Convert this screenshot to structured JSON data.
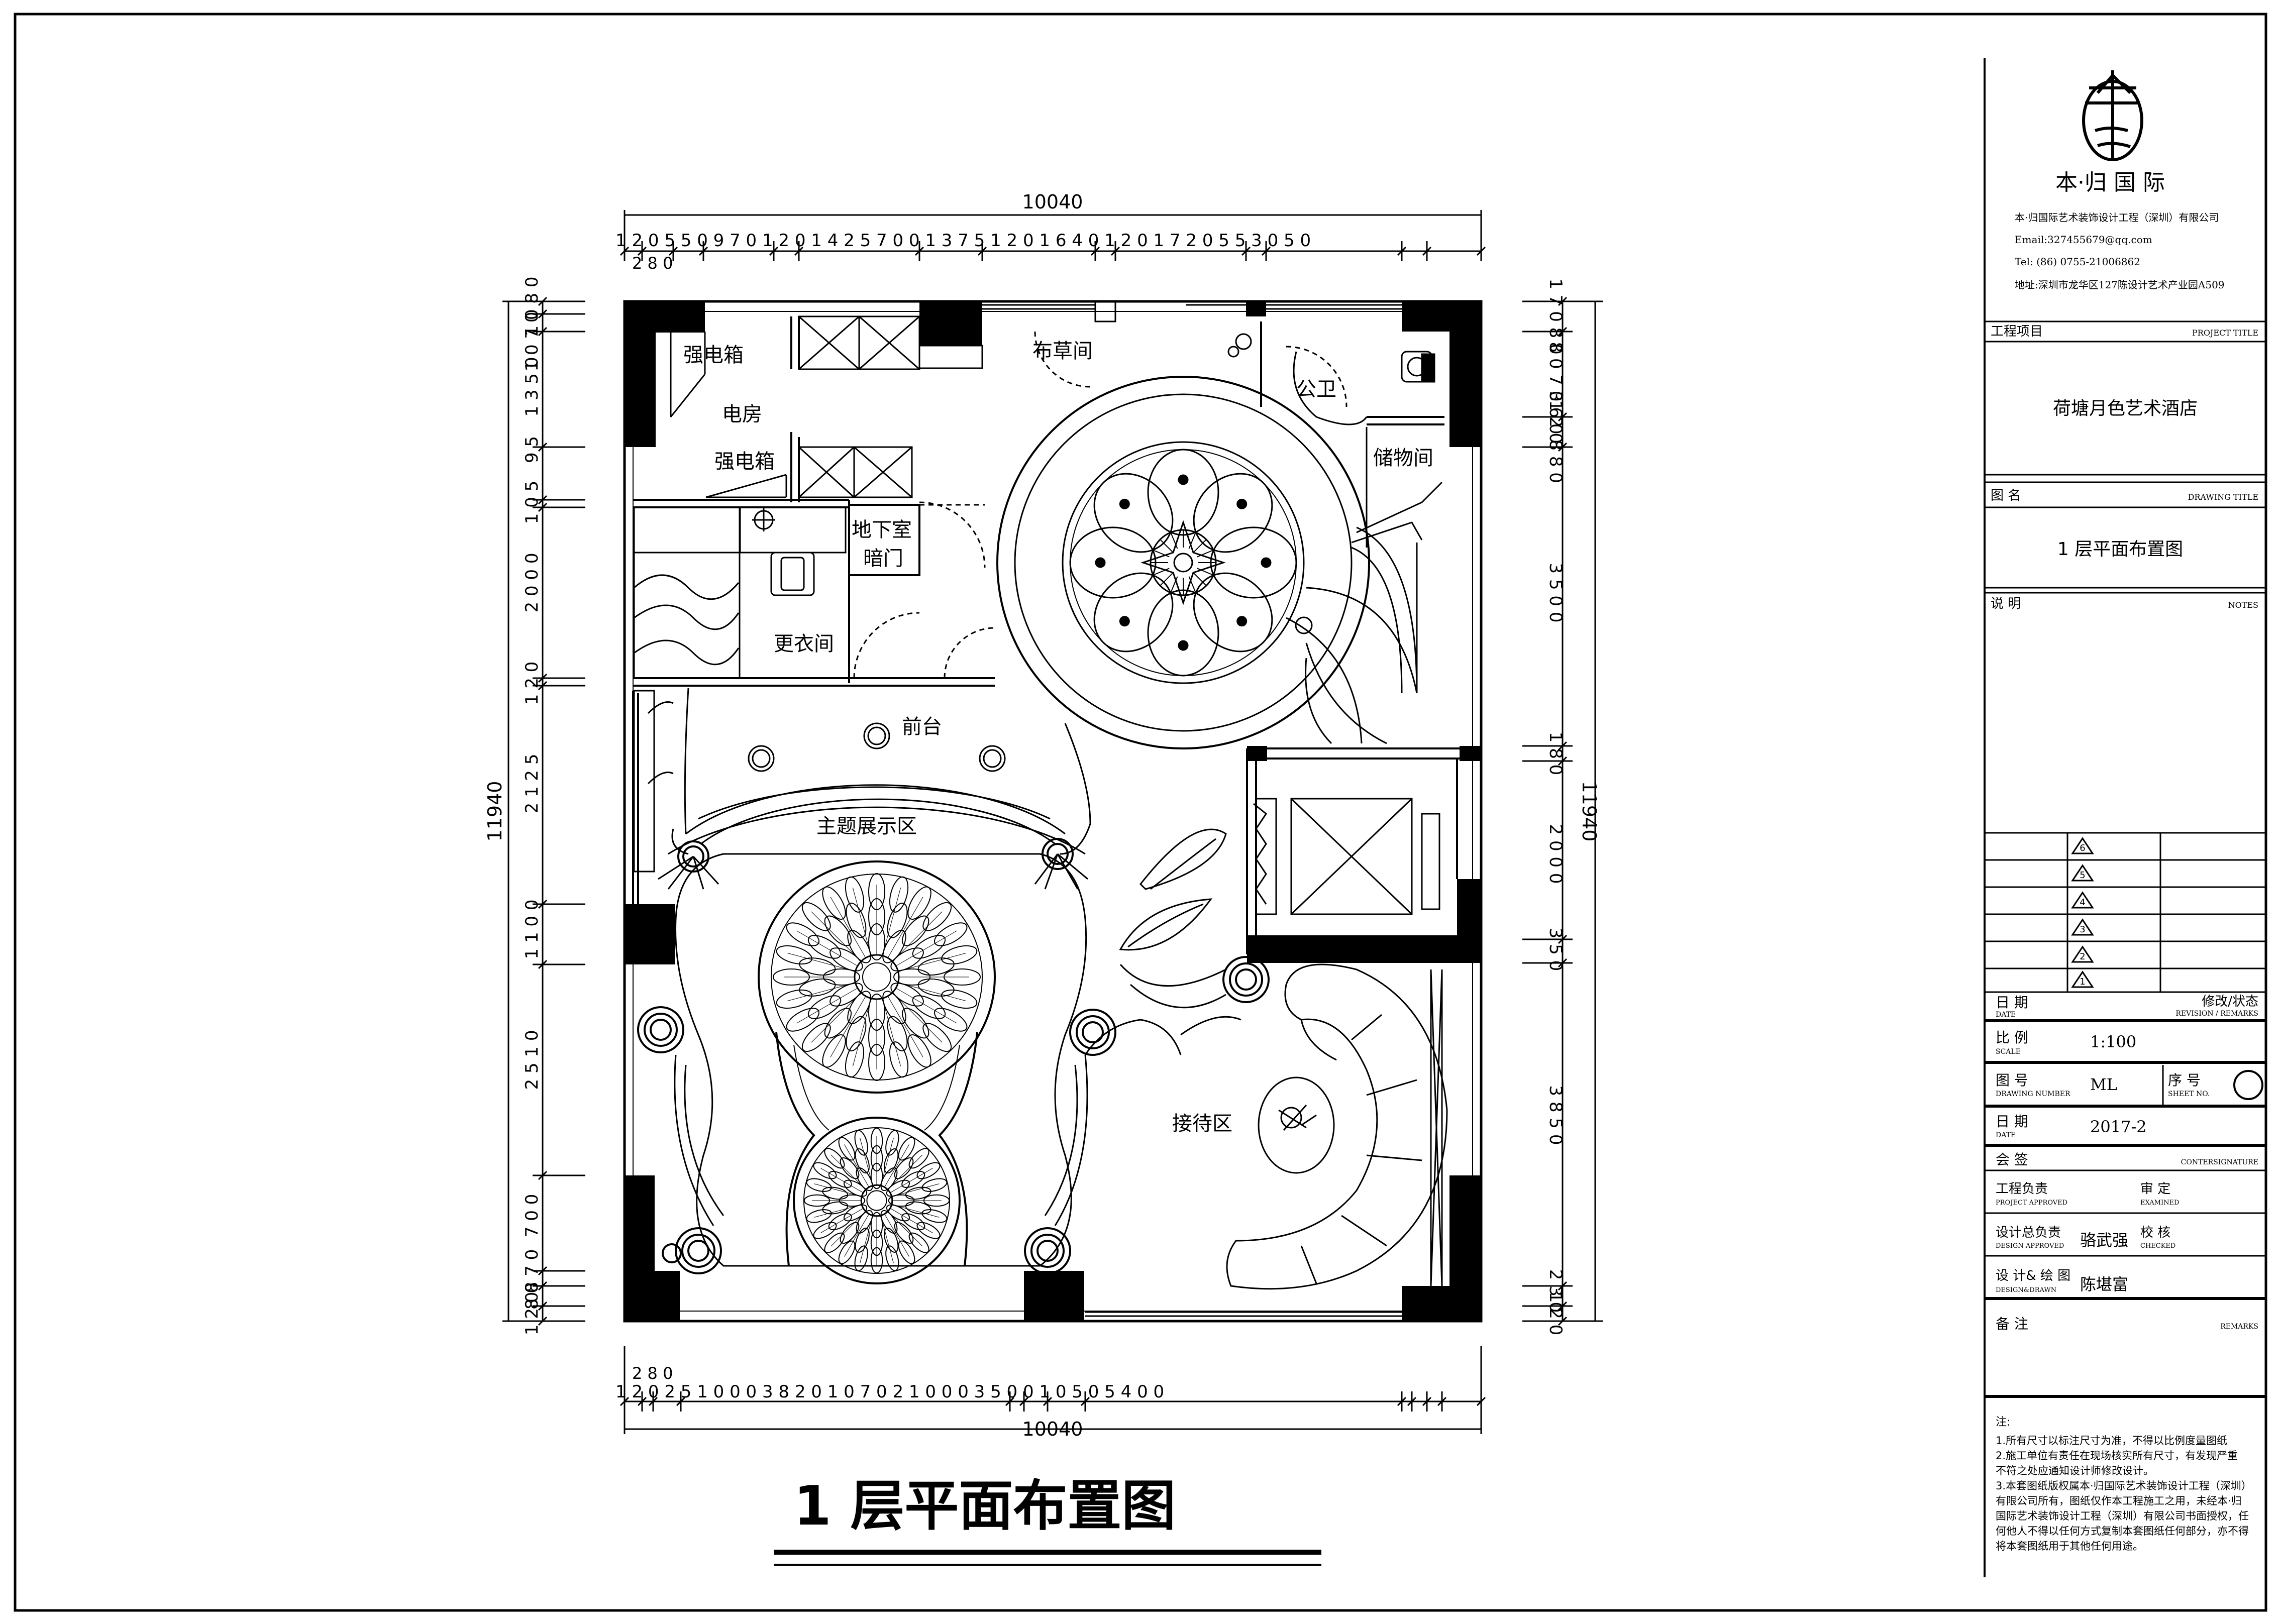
{
  "plan": {
    "title": "1 层平面布置图",
    "dims_top": {
      "overall": "10040",
      "segments": "1 2 0 5 5 0 9 7 0 1 2 0 1 4 2 5     7 0 0       1 3 7 5 1 2 0   1 6 4 0 1 2 0     1 7 2 0     5 5 3 0 5 0",
      "sub": "2 8 0"
    },
    "dims_bottom": {
      "overall": "10040",
      "segments": "1 2 0 2 5 1 0 0 0                    3 8 2 0                  1 0 7 0 2 1 0 0 0                3 5 0 0             1 0 5 0 5 4 0 0",
      "sub": "2 8 0"
    },
    "dims_left": {
      "overall": "11940",
      "segments": [
        "1 0 8 0",
        "1 0 7 0",
        "1 3 5 0",
        "9 5",
        "1 0 5",
        "2 0 0 0",
        "1 2 0",
        "2 1 2 5",
        "1 1 0 0",
        "2 5 1 0",
        "7 0 0",
        "8 7 0",
        "8 0",
        "1 2 0"
      ]
    },
    "dims_right": {
      "overall": "11940",
      "segments": [
        "1 7 0 8 0",
        "8 0 7 0",
        "1 2 0",
        "3 6 0 8 8 0",
        "3 5 0 0",
        "1 8 0",
        "2 0 0 0",
        "3 5 0",
        "3 8 5 0",
        "2 3 0",
        "1 2 0"
      ]
    },
    "rooms": {
      "strong_box_1": "强电箱",
      "electric_room": "电房",
      "strong_box_2": "强电箱",
      "basement_door_1": "地下室",
      "basement_door_2": "暗门",
      "linen_room": "布草间",
      "restroom": "公卫",
      "storage": "储物间",
      "changing_room": "更衣间",
      "front_desk": "前台",
      "theme_display": "主题展示区",
      "reception": "接待区"
    }
  },
  "title_block": {
    "brand": "本·归 国 际",
    "company": "本·归国际艺术装饰设计工程（深圳）有限公司",
    "email": "Email:327455679@qq.com",
    "tel": "Tel: (86) 0755-21006862",
    "address": "地址:深圳市龙华区127陈设计艺术产业园A509",
    "project_label": "工程项目",
    "project_label_en": "PROJECT TITLE",
    "project_name": "荷塘月色艺术酒店",
    "drawing_label": "图 名",
    "drawing_label_en": "DRAWING TITLE",
    "drawing_name": "1 层平面布置图",
    "notes_label": "说 明",
    "notes_label_en": "NOTES",
    "revisions": [
      "6",
      "5",
      "4",
      "3",
      "2",
      "1"
    ],
    "date_label": "日 期",
    "date_label_en": "DATE",
    "revision_label": "修改/状态",
    "revision_label_en": "REVISION / REMARKS",
    "scale_label": "比 例",
    "scale_label_en": "SCALE",
    "scale": "1:100",
    "drawing_no_label": "图 号",
    "drawing_no_label_en": "DRAWING NUMBER",
    "drawing_no": "ML",
    "sheet_no_label": "序 号",
    "sheet_no_label_en": "SHEET NO.",
    "date2_label": "日 期",
    "date2_label_en": "DATE",
    "date": "2017-2",
    "sign_label": "会 签",
    "sign_label_en": "CONTERSIGNATURE",
    "project_approved": "工程负责",
    "project_approved_en": "PROJECT APPROVED",
    "examined": "审 定",
    "examined_en": "EXAMINED",
    "design_approved": "设计总负责",
    "design_approved_en": "DESIGN APPROVED",
    "design_approver": "骆武强",
    "checked": "校 核",
    "checked_en": "CHECKED",
    "designer_label": "设 计& 绘 图",
    "designer_label_en": "DESIGN&DRAWN",
    "designer": "陈堪富",
    "remarks_label": "备 注",
    "remarks_label_en": "REMARKS",
    "footnote_title": "注:",
    "footnotes": [
      "1.所有尺寸以标注尺寸为准，不得以比例度量图纸",
      "2.施工单位有责任在现场核实所有尺寸，有发现严重",
      "  不符之处应通知设计师修改设计。",
      "3.本套图纸版权属本·归国际艺术装饰设计工程（深圳）",
      "  有限公司所有，图纸仅作本工程施工之用，未经本·归",
      "  国际艺术装饰设计工程（深圳）有限公司书面授权，任",
      "  何他人不得以任何方式复制本套图纸任何部分，亦不得",
      "  将本套图纸用于其他任何用途。"
    ]
  }
}
